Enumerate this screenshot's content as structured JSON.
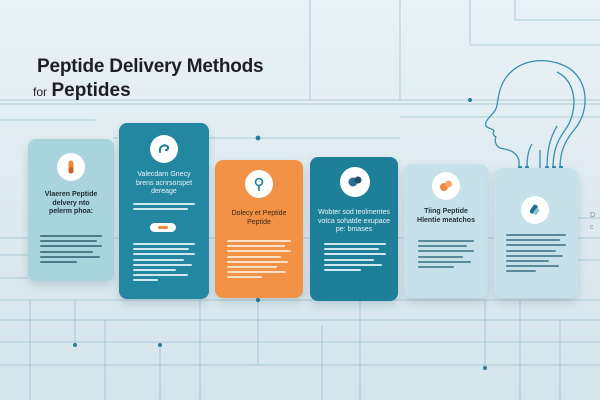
{
  "header": {
    "title": "Peptide Delivery Methods",
    "subtitle_prefix": "for",
    "subtitle_main": "Peptides"
  },
  "colors": {
    "pale_card": "#a9d3dd",
    "teal_card": "#2487a2",
    "orange_card": "#f29246",
    "dark_teal_card": "#1e7f99",
    "light_card": "#c7e1ea",
    "accent_orange": "#f08a3c",
    "line": "#6fa2b4"
  },
  "cards": [
    {
      "title_lines": [
        "Vlaeren Peptide",
        "delvery nto",
        "pelerm phoa:"
      ],
      "icon": "capsule-icon"
    },
    {
      "title_lines": [
        "Valecdarn Gnecy",
        "brens acnrsorspet",
        "dereage"
      ],
      "icon": "swirl-icon"
    },
    {
      "title_lines": [
        "Dolecy et Peptide",
        "Peptide"
      ],
      "icon": "dropper-icon"
    },
    {
      "title_lines": [
        "Wobter sod teolmentes",
        "votca sohatde exupace",
        "pe: bmases"
      ],
      "icon": "pill-pair-icon"
    },
    {
      "title_lines": [
        "Tiing Peptide",
        "Hlentie meatchos"
      ],
      "icon": "tablets-icon"
    },
    {
      "title_lines": [],
      "icon": "inhaler-icon"
    }
  ],
  "side_labels": [
    "D",
    "c"
  ]
}
